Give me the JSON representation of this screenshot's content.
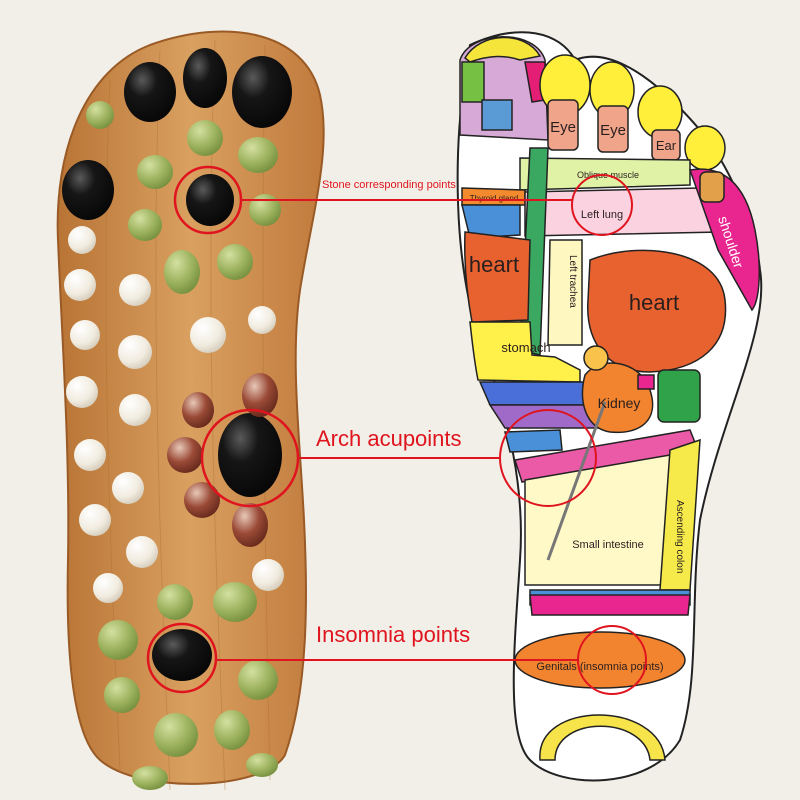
{
  "colors": {
    "background": "#f1efe7",
    "wood": "#c98a48",
    "wood_dark": "#a8652d",
    "callout": "#e0141e",
    "stone_black": "#141414",
    "stone_white": "#f3efe6",
    "stone_green": "#98ae5c",
    "stone_red": "#8a3a2a"
  },
  "callouts": {
    "stone": "Stone corresponding points",
    "arch": "Arch acupoints",
    "insomnia": "Insomnia points"
  },
  "zones": {
    "eye_1": "Eye",
    "eye_2": "Eye",
    "ear": "Ear",
    "oblique_muscle": "Oblique muscle",
    "thyroid_gland": "Thyroid gland",
    "left_lung": "Left lung",
    "shoulder": "shoulder",
    "heart_left": "heart",
    "heart_big": "heart",
    "left_trachea": "Left trachea",
    "stomach": "stomach",
    "kidney": "Kidney",
    "small_intestine": "Small intestine",
    "ascending_colon": "Ascending colon",
    "genitals": "Genitals (insomnia points)"
  }
}
